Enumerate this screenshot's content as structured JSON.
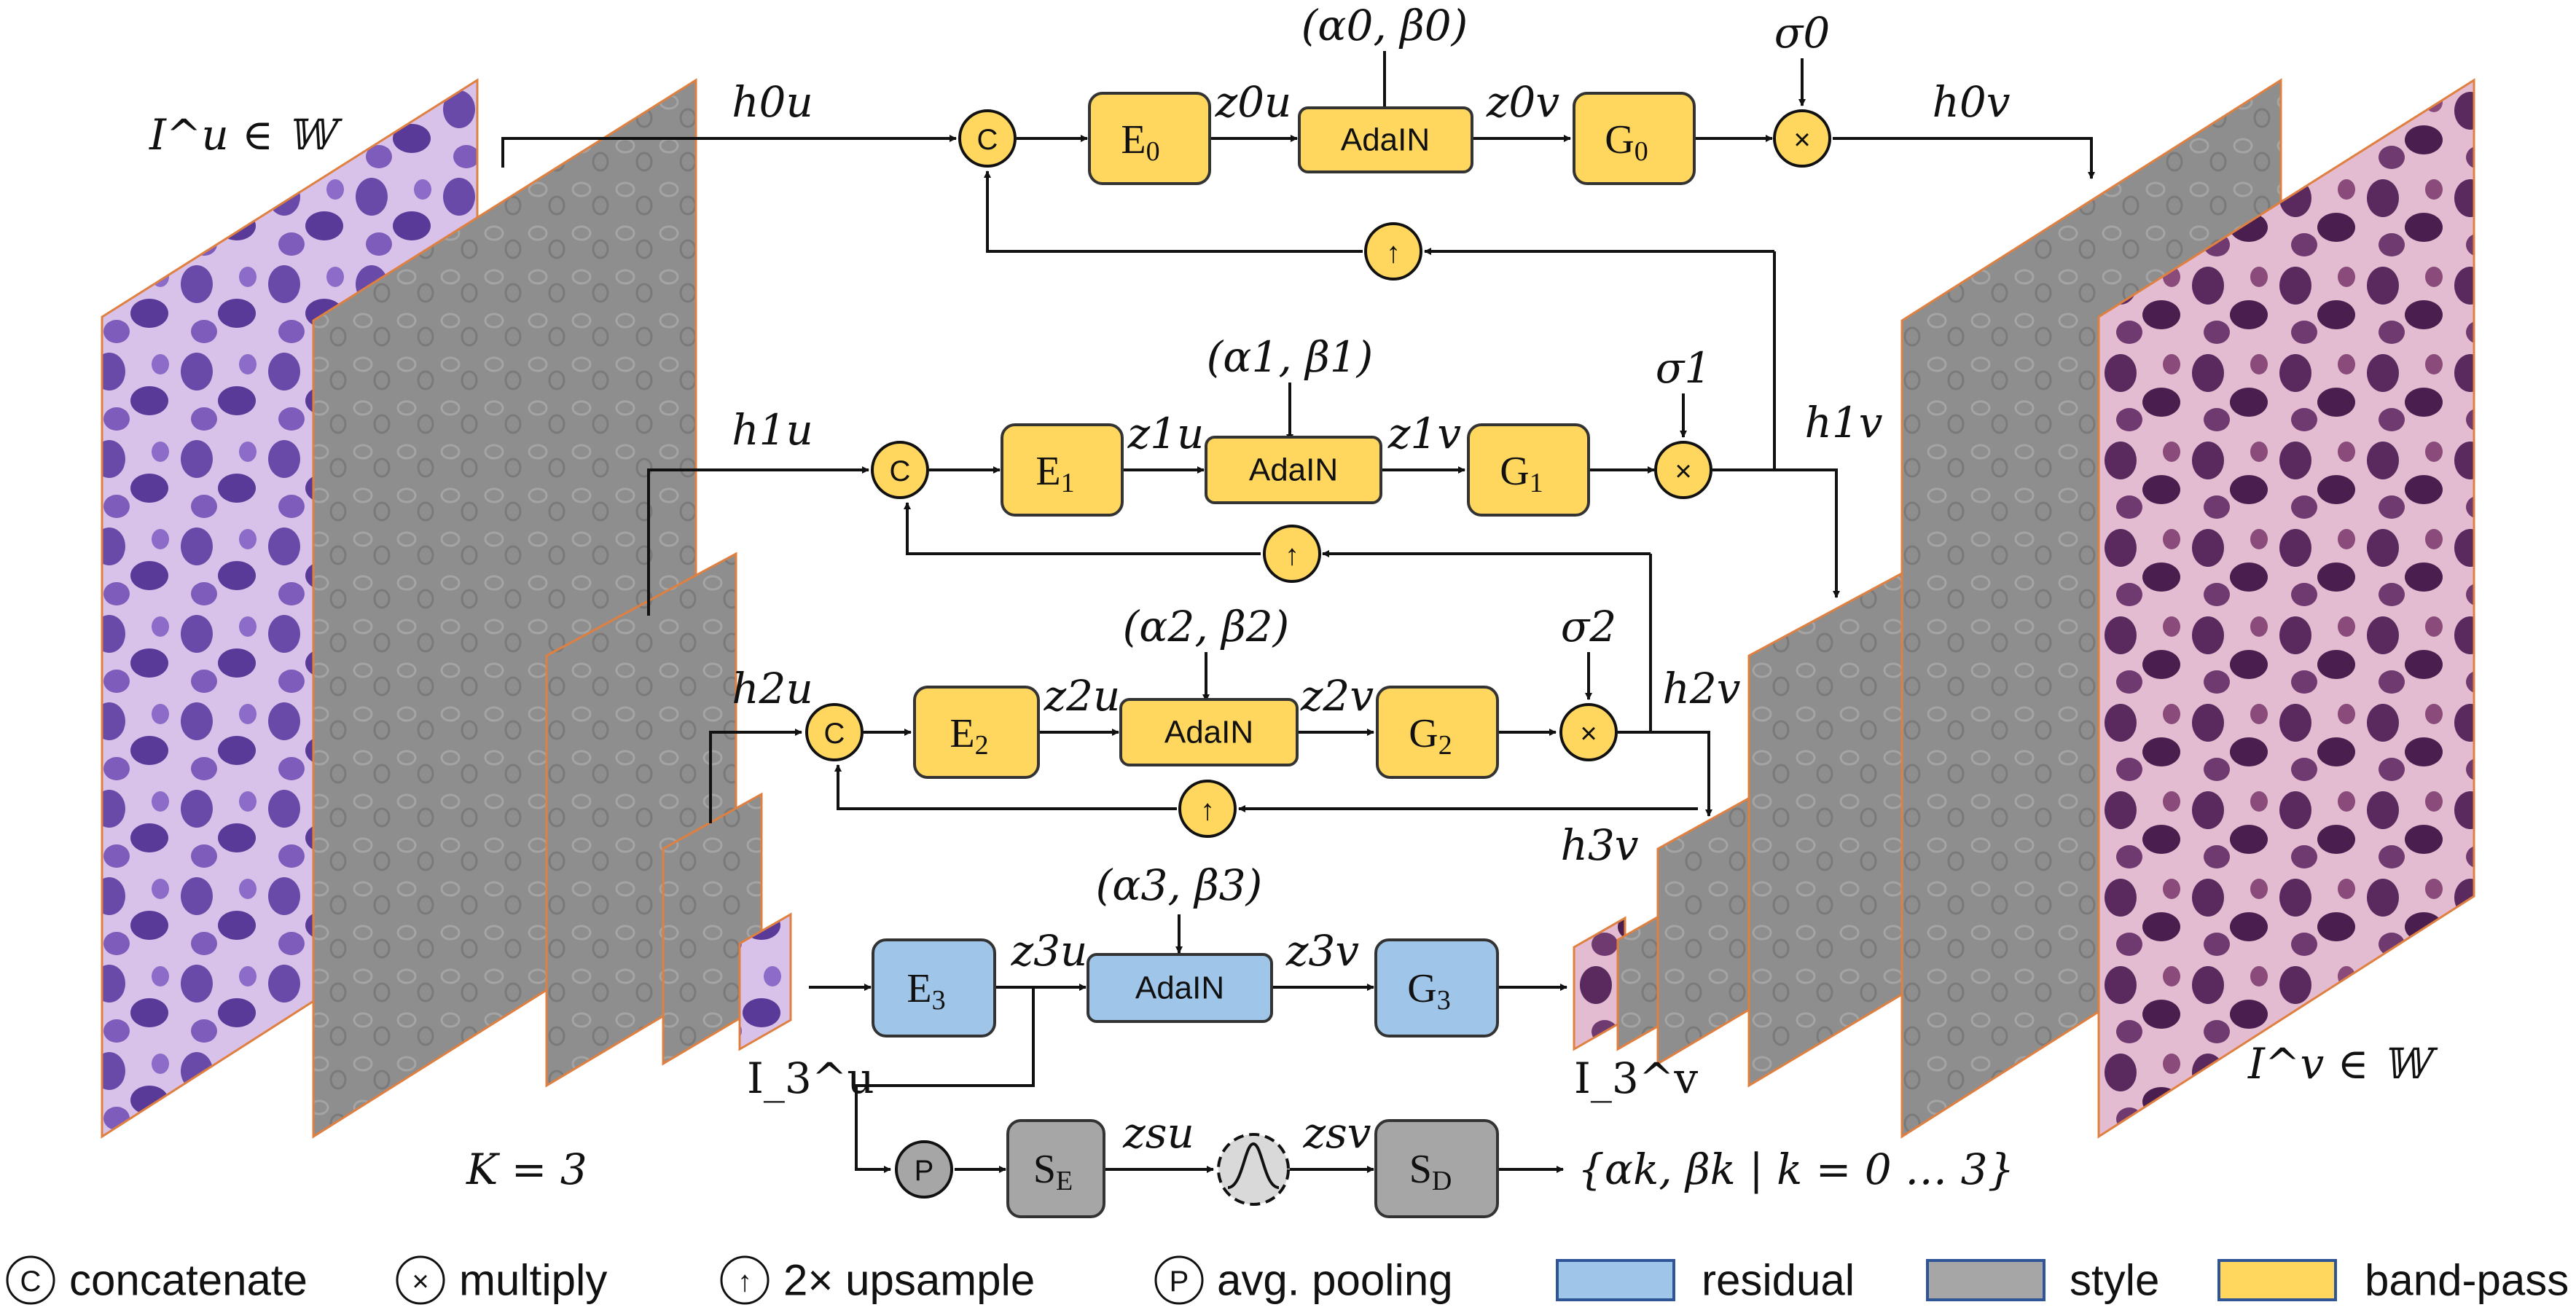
{
  "colors": {
    "band_pass": "#ffd75e",
    "residual": "#9fc5e8",
    "style": "#a6a6a6",
    "outline": "#333333",
    "wire": "#111111",
    "gray_band": "#8c8c8c",
    "tissue_u": "#c9a6e0",
    "tissue_v": "#c98ab0"
  },
  "images": {
    "input": "I^u ∈ 𝕎",
    "output": "I^v ∈ 𝕎",
    "input_small": "I_3^u",
    "output_small": "I_3^v",
    "k_label": "K = 3"
  },
  "levels": [
    {
      "encoder": "E",
      "idx": "0",
      "generator": "G",
      "adain": "AdaIN",
      "params": "(α0, β0)",
      "sigma": "σ0",
      "h_in": "h0u",
      "h_out": "h0v",
      "z_in": "z0u",
      "z_out": "z0v"
    },
    {
      "encoder": "E",
      "idx": "1",
      "generator": "G",
      "adain": "AdaIN",
      "params": "(α1, β1)",
      "sigma": "σ1",
      "h_in": "h1u",
      "h_out": "h1v",
      "z_in": "z1u",
      "z_out": "z1v"
    },
    {
      "encoder": "E",
      "idx": "2",
      "generator": "G",
      "adain": "AdaIN",
      "params": "(α2, β2)",
      "sigma": "σ2",
      "h_in": "h2u",
      "h_out": "h2v",
      "z_in": "z2u",
      "z_out": "z2v"
    },
    {
      "encoder": "E",
      "idx": "3",
      "generator": "G",
      "adain": "AdaIN",
      "params": "(α3, β3)",
      "h_out": "h3v",
      "z_in": "z3u",
      "z_out": "z3v"
    }
  ],
  "style_branch": {
    "pool": "P",
    "encoder": "S",
    "encoder_sub": "E",
    "decoder": "S",
    "decoder_sub": "D",
    "zs_in": "zsu",
    "zs_out": "zsv",
    "output": "{αk, βk | k = 0 … 3}"
  },
  "ops": {
    "concat": "C",
    "multiply": "×",
    "upsample": "↑",
    "pool": "P"
  },
  "legend": {
    "concatenate": "concatenate",
    "multiply": "multiply",
    "upsample": "2× upsample",
    "pooling": "avg. pooling",
    "residual": "residual",
    "style": "style",
    "band_pass": "band-pass"
  }
}
